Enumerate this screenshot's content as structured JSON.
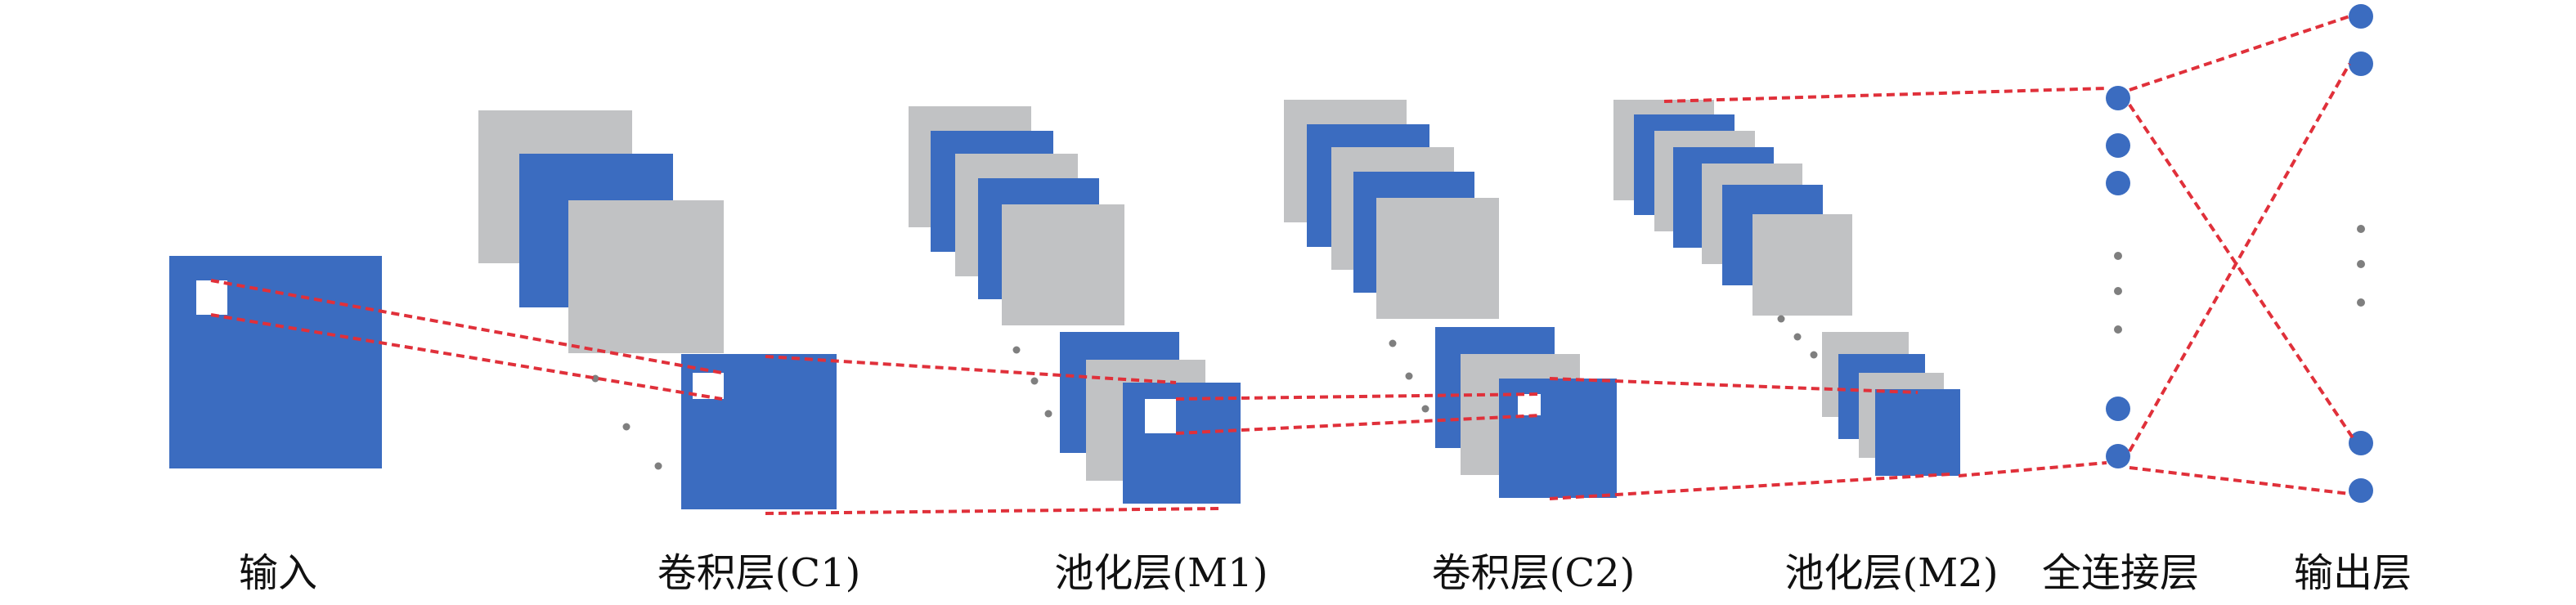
{
  "labels": {
    "input": "输入",
    "conv1": "卷积层(C1)",
    "pool1": "池化层(M1)",
    "conv2": "卷积层(C2)",
    "pool2": "池化层(M2)",
    "fc": "全连接层",
    "output": "输出层"
  },
  "colors": {
    "blue": "#3b6cc0",
    "gray": "#c1c2c4",
    "red_dash": "#e0303a",
    "dot": "#7f7f7f"
  }
}
